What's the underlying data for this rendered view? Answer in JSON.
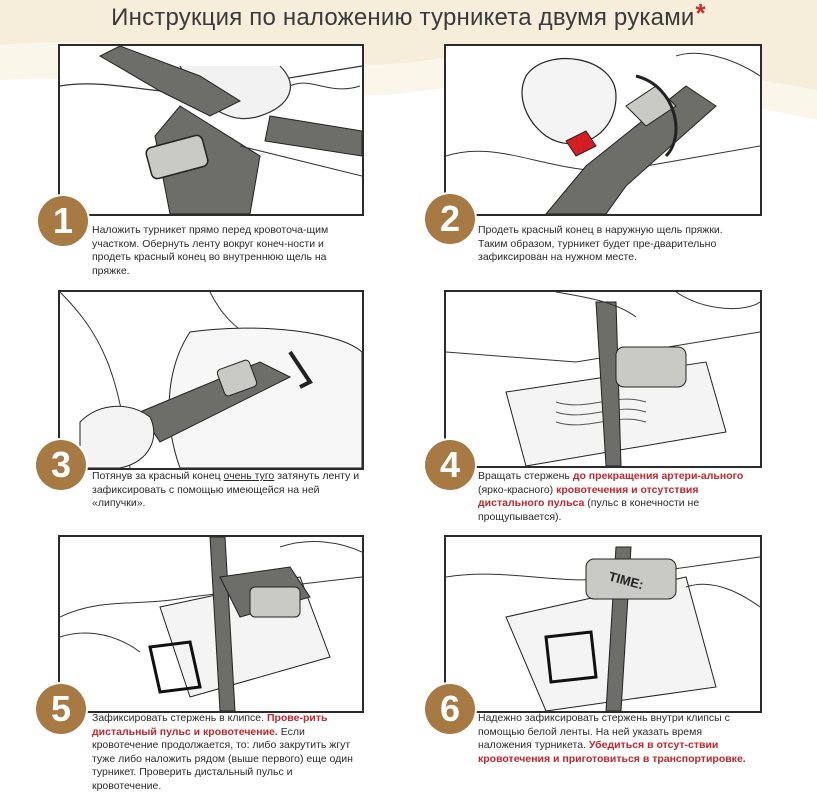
{
  "title": "Инструкция по наложению турникета двумя руками",
  "title_mark": "*",
  "colors": {
    "accent_number": "#a77a43",
    "highlight_text": "#c0262d",
    "strap": "#6d6d6a",
    "red_tip": "#d61e22",
    "background_wave": "#f5ecd7"
  },
  "steps": [
    {
      "number": "1",
      "text": "Наложить турникет прямо перед кровоточа-щим участком. Обернуть ленту вокруг конеч-ности и продеть красный конец во внутреннюю щель на пряжке."
    },
    {
      "number": "2",
      "text": "Продеть красный конец в наружную щель пряжки. Таким образом, турникет будет пре-дварительно зафиксирован на нужном месте."
    },
    {
      "number": "3",
      "text_a": "Потянув за красный конец ",
      "text_u": "очень туго",
      "text_b": " затянуть ленту и зафиксировать с помощью имеющейся на ней «липучки»."
    },
    {
      "number": "4",
      "text_a": "Вращать стержень ",
      "red_a": "до прекращения артери-ального",
      "text_b": " (ярко-красного) ",
      "red_b": "кровотечения и отсутствия дистального пульса",
      "text_c": " (пульс в конечности не прощупывается)."
    },
    {
      "number": "5",
      "text_a": "Зафиксировать стержень в клипсе. ",
      "red_a": "Прове-рить дистальный пульс и кровотечение.",
      "text_b": " Если кровотечение продолжается, то: либо закрутить жгут туже либо наложить рядом (выше первого) еще один турникет. Проверить дистальный пульс и кровотечение."
    },
    {
      "number": "6",
      "text_a": "Надежно зафиксировать стержень внутри клипсы с помощью белой ленты. На ней указать время наложения турникета. ",
      "red_a": "Убедиться в отсут-ствии кровотечения и приготовиться в транспортировке.",
      "label_time": "TIME:"
    }
  ]
}
